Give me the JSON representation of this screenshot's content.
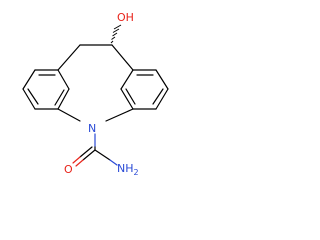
{
  "molecule": {
    "atoms": {
      "hydroxyl": "OH",
      "ring_nitrogen": "N",
      "carbonyl_oxygen": "O",
      "amine_label": "NH",
      "amine_subscript": "2"
    },
    "colors": {
      "bond": "#000000",
      "oxygen": "#e8231a",
      "nitrogen": "#2a4ad6",
      "background": "#ffffff"
    }
  }
}
